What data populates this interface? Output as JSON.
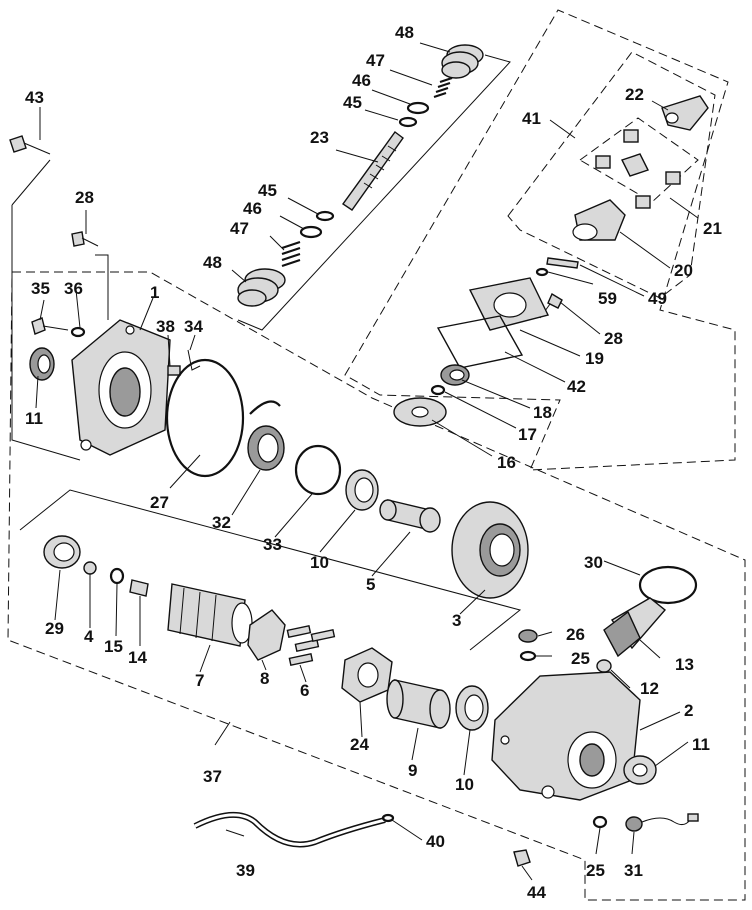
{
  "diagram": {
    "callouts": [
      {
        "id": "c48a",
        "text": "48"
      },
      {
        "id": "c47a",
        "text": "47"
      },
      {
        "id": "c46a",
        "text": "46"
      },
      {
        "id": "c45a",
        "text": "45"
      },
      {
        "id": "c23",
        "text": "23"
      },
      {
        "id": "c45b",
        "text": "45"
      },
      {
        "id": "c46b",
        "text": "46"
      },
      {
        "id": "c47b",
        "text": "47"
      },
      {
        "id": "c48b",
        "text": "48"
      },
      {
        "id": "c43",
        "text": "43"
      },
      {
        "id": "c28a",
        "text": "28"
      },
      {
        "id": "c35",
        "text": "35"
      },
      {
        "id": "c36",
        "text": "36"
      },
      {
        "id": "c1",
        "text": "1"
      },
      {
        "id": "c38",
        "text": "38"
      },
      {
        "id": "c34",
        "text": "34"
      },
      {
        "id": "c11a",
        "text": "11"
      },
      {
        "id": "c22",
        "text": "22"
      },
      {
        "id": "c41",
        "text": "41"
      },
      {
        "id": "c21",
        "text": "21"
      },
      {
        "id": "c20",
        "text": "20"
      },
      {
        "id": "c49",
        "text": "49"
      },
      {
        "id": "c59",
        "text": "59"
      },
      {
        "id": "c28b",
        "text": "28"
      },
      {
        "id": "c19",
        "text": "19"
      },
      {
        "id": "c42",
        "text": "42"
      },
      {
        "id": "c18",
        "text": "18"
      },
      {
        "id": "c17",
        "text": "17"
      },
      {
        "id": "c16",
        "text": "16"
      },
      {
        "id": "c27",
        "text": "27"
      },
      {
        "id": "c32",
        "text": "32"
      },
      {
        "id": "c33",
        "text": "33"
      },
      {
        "id": "c10a",
        "text": "10"
      },
      {
        "id": "c5",
        "text": "5"
      },
      {
        "id": "c3",
        "text": "3"
      },
      {
        "id": "c30",
        "text": "30"
      },
      {
        "id": "c29",
        "text": "29"
      },
      {
        "id": "c4",
        "text": "4"
      },
      {
        "id": "c15",
        "text": "15"
      },
      {
        "id": "c14",
        "text": "14"
      },
      {
        "id": "c7",
        "text": "7"
      },
      {
        "id": "c8",
        "text": "8"
      },
      {
        "id": "c6",
        "text": "6"
      },
      {
        "id": "c24",
        "text": "24"
      },
      {
        "id": "c9",
        "text": "9"
      },
      {
        "id": "c10b",
        "text": "10"
      },
      {
        "id": "c26",
        "text": "26"
      },
      {
        "id": "c25a",
        "text": "25"
      },
      {
        "id": "c13",
        "text": "13"
      },
      {
        "id": "c12",
        "text": "12"
      },
      {
        "id": "c2",
        "text": "2"
      },
      {
        "id": "c11b",
        "text": "11"
      },
      {
        "id": "c37",
        "text": "37"
      },
      {
        "id": "c39",
        "text": "39"
      },
      {
        "id": "c40",
        "text": "40"
      },
      {
        "id": "c25b",
        "text": "25"
      },
      {
        "id": "c31",
        "text": "31"
      },
      {
        "id": "c44",
        "text": "44"
      }
    ]
  }
}
